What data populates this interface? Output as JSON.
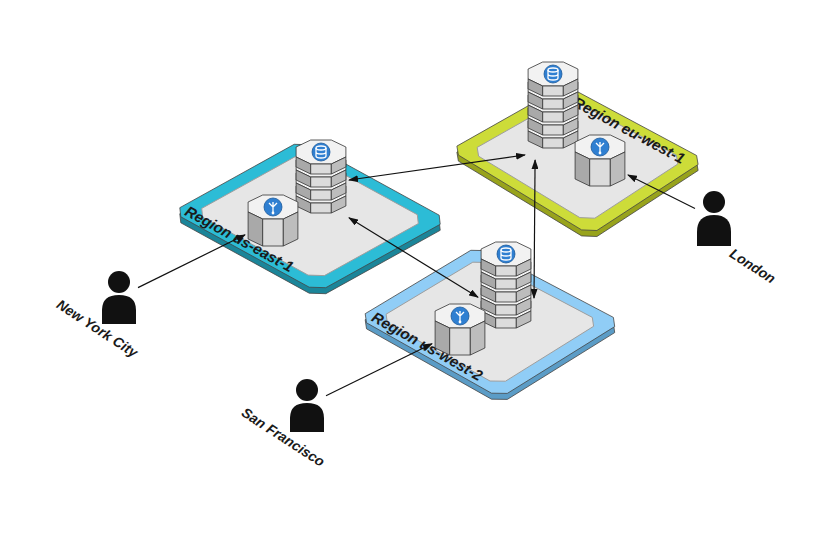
{
  "diagram": {
    "nodes": [
      {
        "text": [
          "Region eu-west-1"
        ]
      },
      {
        "text": [],
        "in": 0
      },
      {
        "text": [],
        "in": 0
      },
      {
        "text": [
          "Region us-east-1"
        ]
      },
      {
        "text": [],
        "in": 3
      },
      {
        "text": [],
        "in": 3
      },
      {
        "text": [
          "Region us-west-2"
        ]
      },
      {
        "text": [],
        "in": 6
      },
      {
        "text": [],
        "in": 6
      },
      {
        "text": [
          "London"
        ]
      },
      {
        "text": [
          "New York City"
        ]
      },
      {
        "text": [
          "San Francisco"
        ]
      }
    ],
    "edges": [
      {
        "from": 4,
        "to": 1,
        "arrow": "both"
      },
      {
        "from": 4,
        "to": 7,
        "arrow": "both"
      },
      {
        "from": 7,
        "to": 1,
        "arrow": "both"
      },
      {
        "from": 10,
        "to": 5,
        "arrow": "to"
      },
      {
        "from": 11,
        "to": 8,
        "arrow": "to"
      },
      {
        "from": 9,
        "to": 2,
        "arrow": "to"
      }
    ]
  }
}
